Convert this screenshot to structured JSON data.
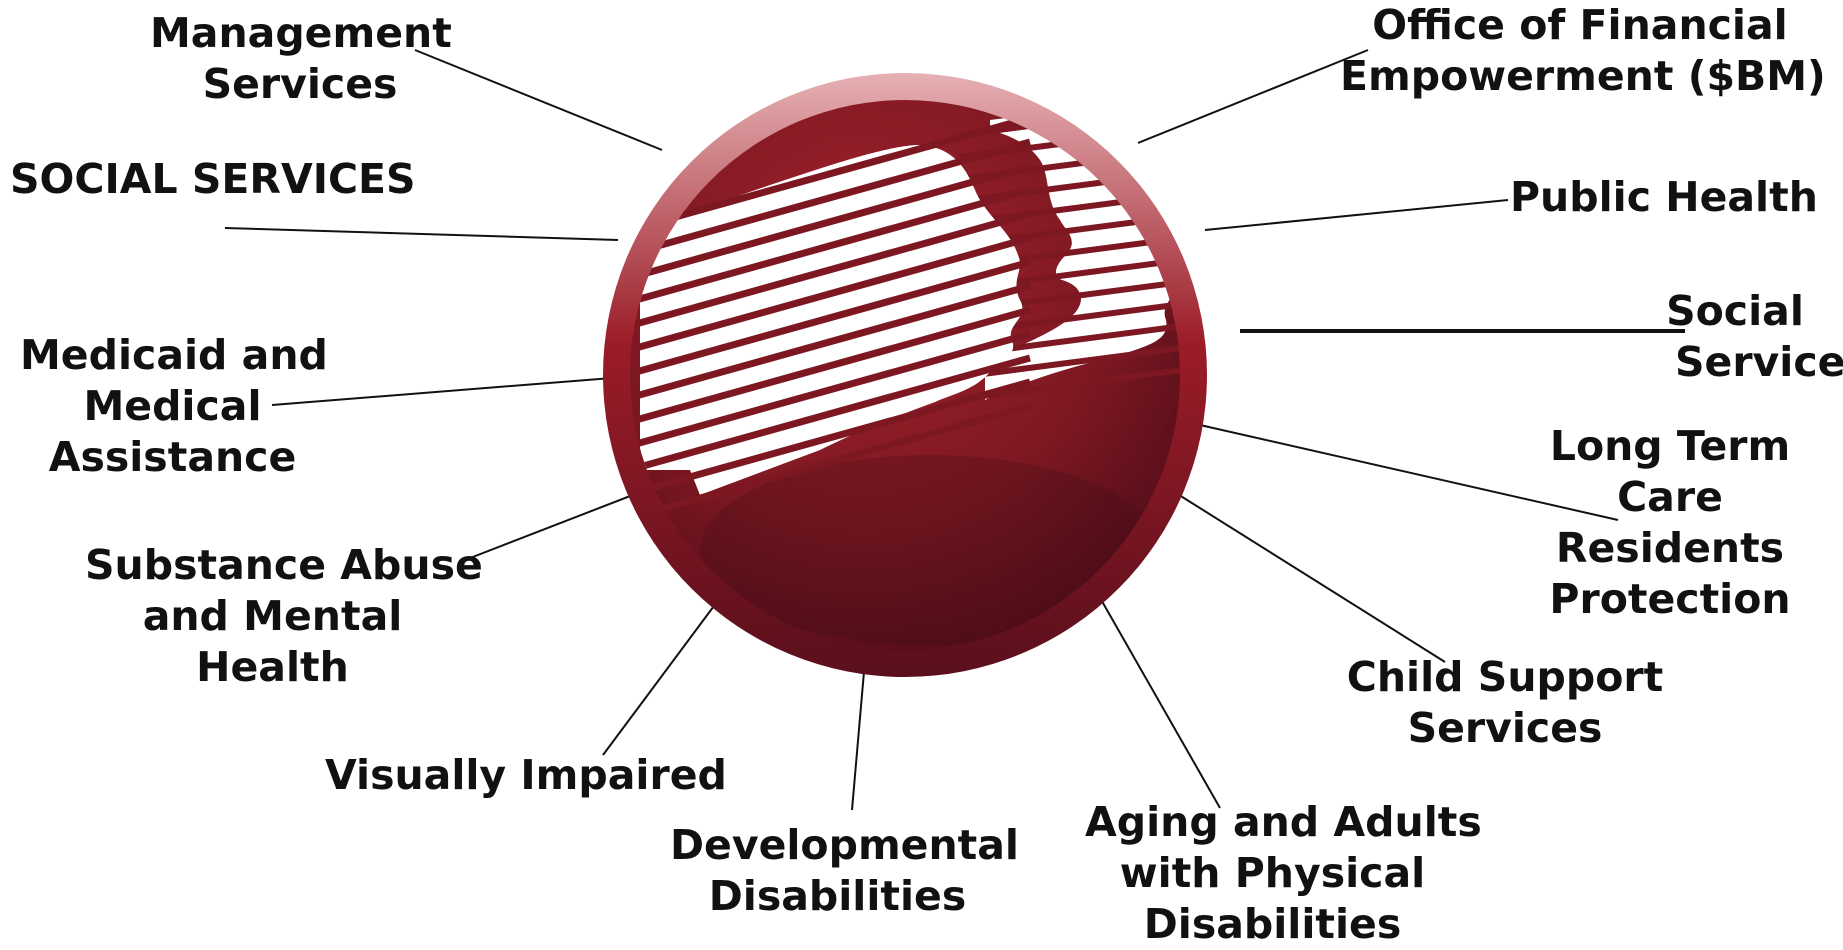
{
  "colors": {
    "emblem_dark": "#5a1020",
    "emblem_mid": "#8e1b26",
    "emblem_light": "#c8505a",
    "text": "#111111",
    "line": "#111111"
  },
  "emblem": {
    "icon": "human-profiles-emblem"
  },
  "labels": {
    "management_services": [
      "Management",
      "Services"
    ],
    "social_services_caps": [
      "SOCIAL SERVICES"
    ],
    "medicaid": [
      "Medicaid and",
      "Medical",
      "Assistance"
    ],
    "substance_abuse": [
      "Substance Abuse",
      "and Mental",
      "Health"
    ],
    "visually_impaired": [
      "Visually Impaired"
    ],
    "developmental": [
      "Developmental",
      "Disabilities"
    ],
    "aging_adults": [
      "Aging and Adults",
      "with Physical",
      "Disabilities"
    ],
    "child_support": [
      "Child Support",
      "Services"
    ],
    "long_term_care": [
      "Long Term",
      "Care",
      "Residents",
      "Protection"
    ],
    "social_services": [
      "Social",
      "Services"
    ],
    "public_health": [
      "Public Health"
    ],
    "financial_empowerment": [
      "Office of Financial",
      "Empowerment ($BM)"
    ]
  }
}
